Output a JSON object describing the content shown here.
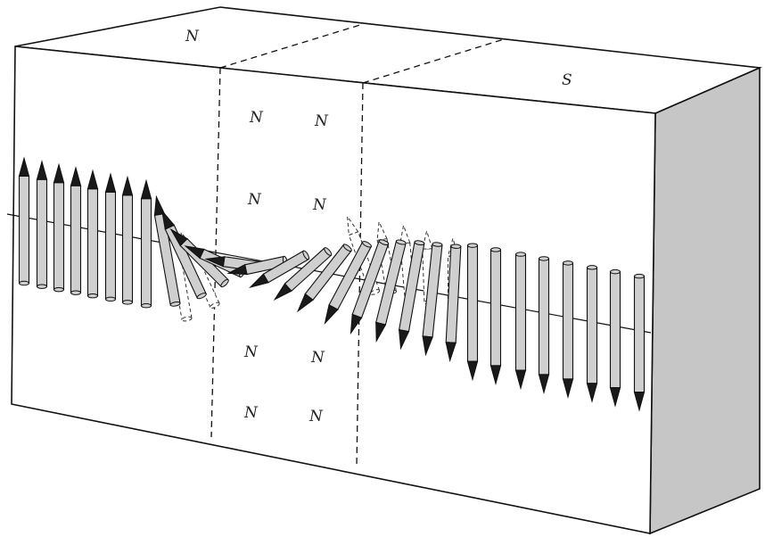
{
  "figure": {
    "block_labels": {
      "top_left": "N",
      "top_right": "S"
    },
    "zone_labels": [
      "N",
      "N",
      "N",
      "N",
      "N",
      "N",
      "N",
      "N"
    ],
    "colors": {
      "outline": "#111111",
      "block_front": "#ffffff",
      "block_side": "#c4c4c4",
      "pencil_body": "#cfcfcf",
      "pencil_tip": "#1a1a1a",
      "ghost_stroke": "#333333"
    }
  }
}
